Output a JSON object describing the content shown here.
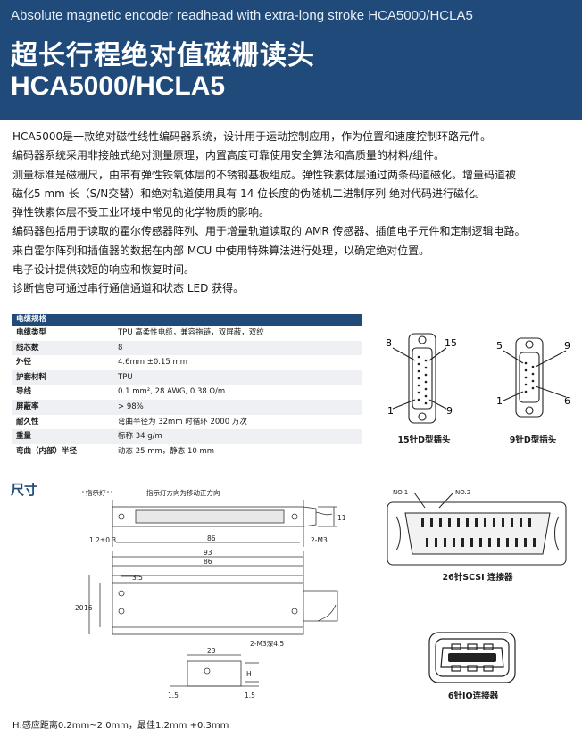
{
  "header": {
    "subtitle": "Absolute magnetic encoder readhead with extra-long stroke HCA5000/HCLA5",
    "title_cn": "超长行程绝对值磁栅读头",
    "title_model": "HCA5000/HCLA5"
  },
  "intro": [
    "HCA5000是一款绝对磁性线性编码器系统，设计用于运动控制应用，作为位置和速度控制环路元件。",
    "编码器系统采用非接触式绝对测量原理，内置高度可靠使用安全算法和高质量的材料/组件。",
    "测量标准是磁栅尺，由带有弹性铁氧体层的不锈钢基板组成。弹性铁素体层通过两条码道磁化。增量码道被",
    "磁化5 mm 长（S/N交替）和绝对轨道使用具有 14 位长度的伪随机二进制序列 绝对代码进行磁化。",
    "弹性铁素体层不受工业环境中常见的化学物质的影响。",
    "编码器包括用于读取的霍尔传感器阵列、用于增量轨道读取的 AMR 传感器、插值电子元件和定制逻辑电路。",
    "来自霍尔阵列和插值器的数据在内部 MCU 中使用特殊算法进行处理，以确定绝对位置。",
    "电子设计提供较短的响应和恢复时间。",
    "诊断信息可通过串行通信通道和状态 LED 获得。"
  ],
  "cable_spec": {
    "heading": "电缆规格",
    "rows": [
      {
        "k": "电缆类型",
        "v": "TPU 高柔性电缆，兼容拖链，双屏蔽，双绞"
      },
      {
        "k": "线芯数",
        "v": "8"
      },
      {
        "k": "外径",
        "v": "4.6mm ±0.15 mm"
      },
      {
        "k": "护套材料",
        "v": "TPU"
      },
      {
        "k": "导线",
        "v": "0.1 mm², 28 AWG, 0.38 Ω/m"
      },
      {
        "k": "屏蔽率",
        "v": "> 98%"
      },
      {
        "k": "耐久性",
        "v": "弯曲半径为 32mm 时循环 2000 万次"
      },
      {
        "k": "重量",
        "v": "标称 34 g/m"
      },
      {
        "k": "弯曲（内部）半径",
        "v": "动态 25 mm，静态 10 mm"
      }
    ]
  },
  "connectors": {
    "dsub15": {
      "label": "15针D型插头",
      "pin_a": "8",
      "pin_b": "15",
      "pin_c": "1",
      "pin_d": "9"
    },
    "dsub9": {
      "label": "9针D型插头",
      "pin_a": "5",
      "pin_b": "9",
      "pin_c": "1",
      "pin_d": "6"
    },
    "scsi26": {
      "label": "26针SCSI 连接器",
      "no1": "NO.1",
      "no2": "NO.2"
    },
    "io6": {
      "label": "6针IO连接器"
    }
  },
  "dimensions": {
    "title": "尺寸",
    "indicator": "指示灯",
    "indicator_direction": "指示灯方向为移动正方向",
    "d_86a": "86",
    "d_1_2": "1.2±0.3",
    "d_2m3a": "2-M3",
    "d_11": "11",
    "d_93": "93",
    "d_86b": "86",
    "d_3_5": "3.5",
    "d_20": "20",
    "d_16": "16",
    "d_2m3b": "2-M3深4.5",
    "d_23": "23",
    "d_h": "H",
    "d_1_5a": "1.5",
    "d_1_5b": "1.5"
  },
  "footer": "H:感应距离0.2mm~2.0mm，最佳1.2mm  +0.3mm"
}
